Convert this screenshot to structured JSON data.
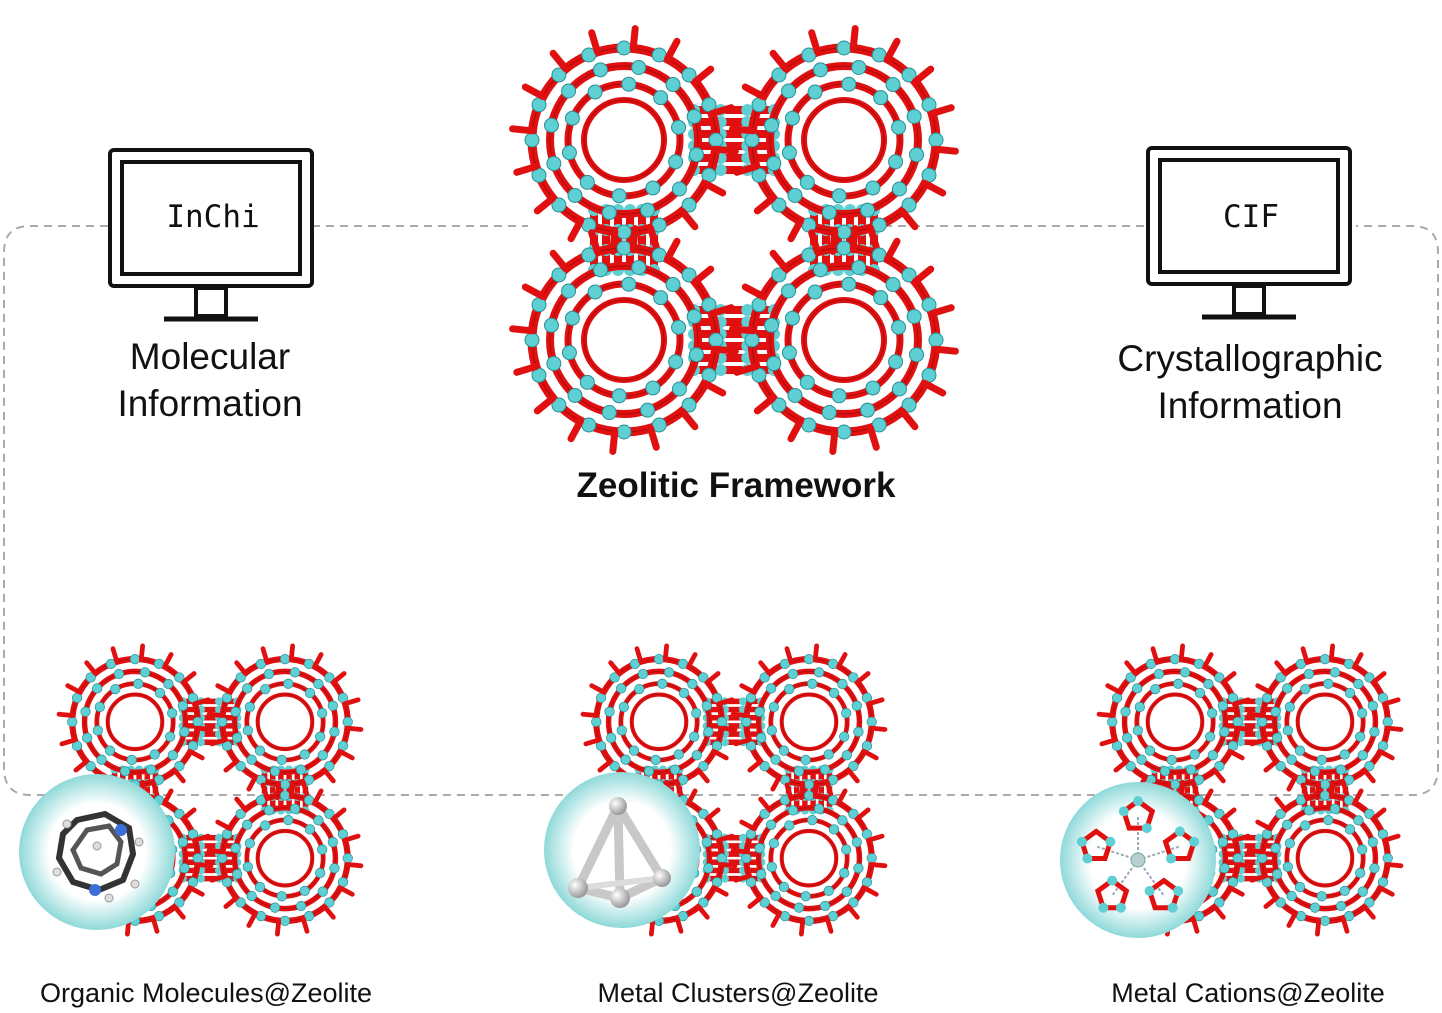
{
  "title": "Zeolitic Framework",
  "left_monitor": {
    "screen_text": "InChi",
    "caption_line1": "Molecular",
    "caption_line2": "Information"
  },
  "right_monitor": {
    "screen_text": "CIF",
    "caption_line1": "Crystallographic",
    "caption_line2": "Information"
  },
  "examples": [
    {
      "caption": "Organic Molecules@Zeolite",
      "guest": "organic-molecule"
    },
    {
      "caption": "Metal Clusters@Zeolite",
      "guest": "metal-cluster"
    },
    {
      "caption": "Metal Cations@Zeolite",
      "guest": "metal-cation"
    }
  ],
  "colors": {
    "oxygen": "#e01010",
    "silicon": "#5ecfd3",
    "connector": "#aaaaaa",
    "bubble": "#9fe0e0"
  }
}
